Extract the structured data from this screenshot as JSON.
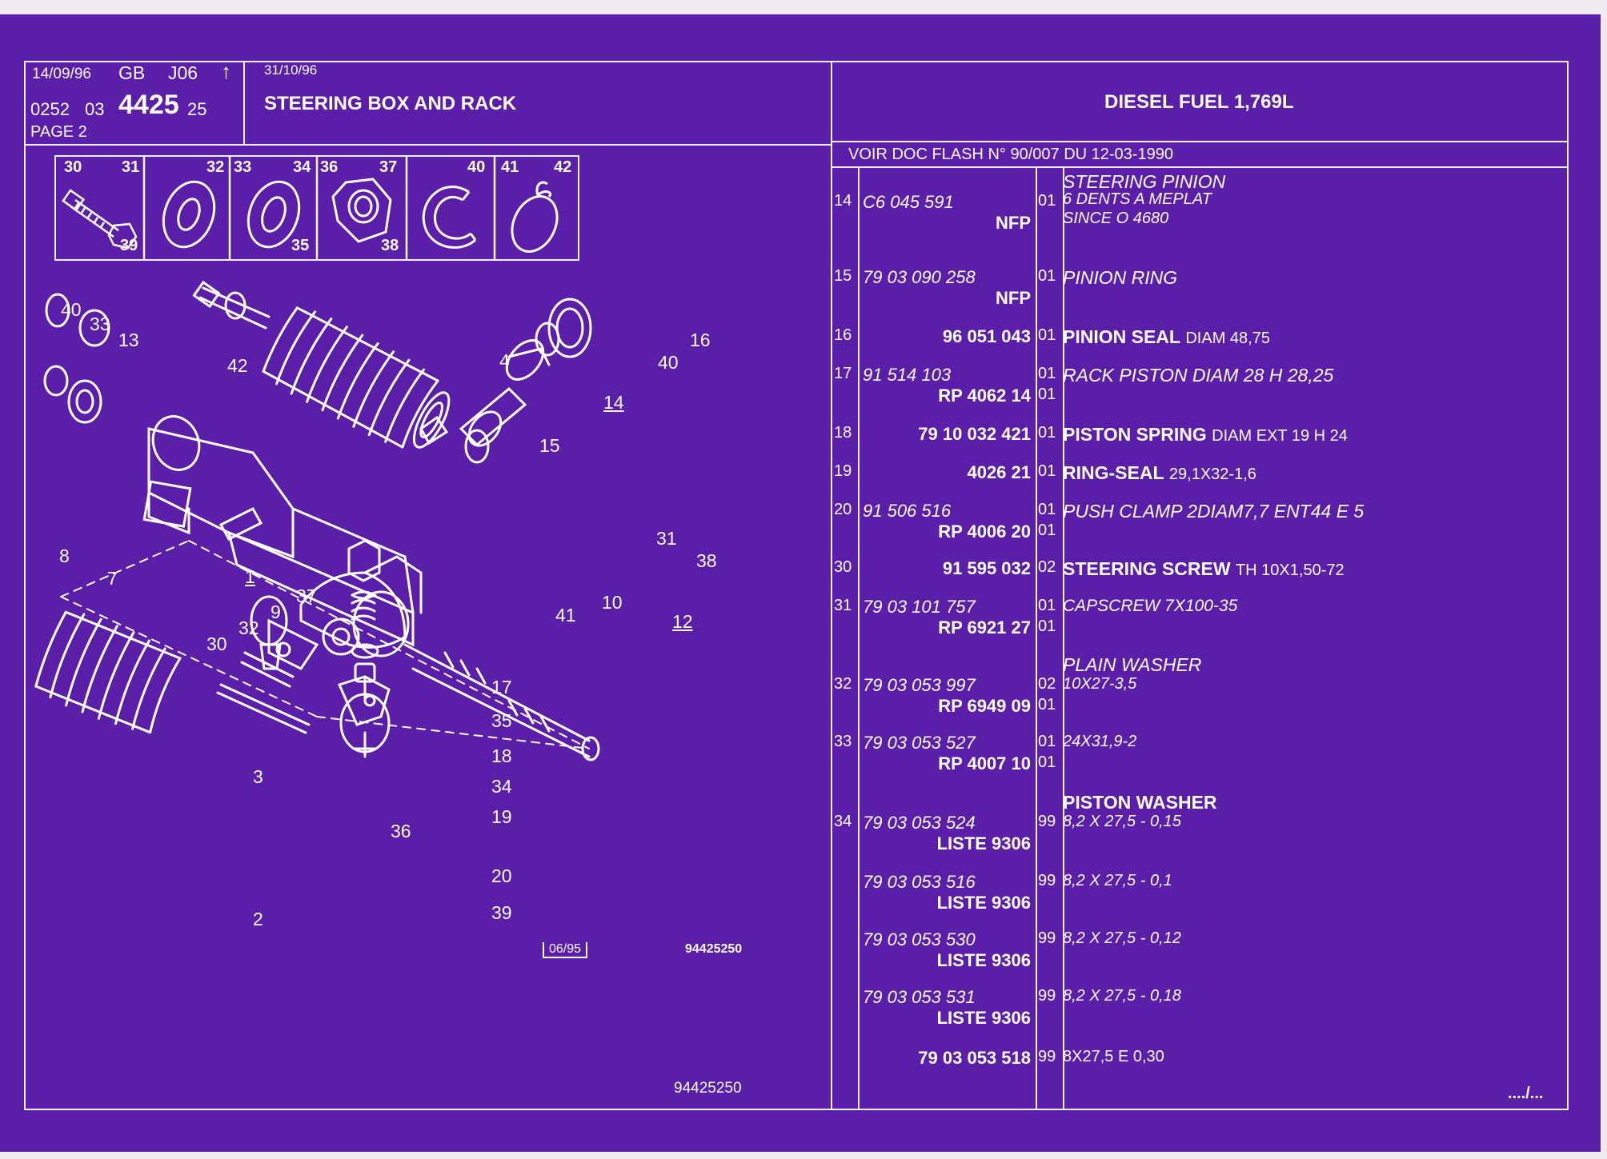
{
  "header": {
    "date": "14/09/96",
    "lang": "GB",
    "code": "J06",
    "ref_prefix": "0252",
    "ref_mid": "03",
    "ref_main": "4425",
    "ref_suffix": "25",
    "page": "PAGE 2",
    "rev_date": "31/10/96",
    "title": "STEERING BOX AND RACK",
    "engine": "DIESEL FUEL 1,769L",
    "note": "VOIR DOC FLASH N° 90/007 DU 12-03-1990"
  },
  "icon_strip": [
    {
      "a": "30",
      "b": "31",
      "c": "39",
      "icon": "bolt-icon"
    },
    {
      "a": "32",
      "b": "",
      "c": "",
      "icon": "washer-icon"
    },
    {
      "a": "33",
      "b": "34",
      "c": "35",
      "icon": "washer-icon"
    },
    {
      "a": "36",
      "b": "37",
      "c": "38",
      "icon": "nut-icon"
    },
    {
      "a": "40",
      "b": "",
      "c": "",
      "icon": "circlip-icon"
    },
    {
      "a": "41",
      "b": "42",
      "c": "",
      "icon": "ring-clip-icon"
    }
  ],
  "diagram": {
    "labels": [
      "40",
      "33",
      "13",
      "42",
      "4",
      "16",
      "40",
      "14",
      "15",
      "8",
      "7",
      "1",
      "31",
      "38",
      "10",
      "12",
      "37",
      "9",
      "32",
      "30",
      "41",
      "17",
      "35",
      "18",
      "34",
      "19",
      "3",
      "36",
      "20",
      "39",
      "2"
    ],
    "stamp": "06/95",
    "drawing_ref": "94425250",
    "footer_ref": "94425250"
  },
  "parts": [
    {
      "num": "14",
      "ref1": "C6 045 591",
      "ref2": "NFP",
      "qty1": "01",
      "qty2": "",
      "desc": [
        {
          "t": "STEERING PINION",
          "style": "i"
        },
        {
          "t": "6 DENTS A MEPLAT",
          "style": "i"
        },
        {
          "t": "SINCE O 4680",
          "style": "i"
        }
      ]
    },
    {
      "num": "15",
      "ref1": "79 03 090 258",
      "ref2": "NFP",
      "qty1": "01",
      "qty2": "",
      "desc": [
        {
          "t": "PINION RING",
          "style": "i"
        }
      ]
    },
    {
      "num": "16",
      "ref1": "",
      "ref2": "96 051 043",
      "qty1": "01",
      "qty2": "",
      "desc": [
        {
          "t": "PINION SEAL",
          "style": "b",
          "extra": "DIAM 48,75"
        }
      ]
    },
    {
      "num": "17",
      "ref1": "91 514 103",
      "ref2": "RP  4062 14",
      "qty1": "01",
      "qty2": "01",
      "desc": [
        {
          "t": "RACK PISTON DIAM 28 H 28,25",
          "style": "i"
        }
      ]
    },
    {
      "num": "18",
      "ref1": "",
      "ref2": "79 10 032 421",
      "qty1": "01",
      "qty2": "",
      "desc": [
        {
          "t": "PISTON SPRING",
          "style": "b",
          "extra": "DIAM EXT 19 H 24"
        }
      ]
    },
    {
      "num": "19",
      "ref1": "",
      "ref2": "4026 21",
      "qty1": "01",
      "qty2": "",
      "desc": [
        {
          "t": "RING-SEAL",
          "style": "b",
          "extra": "29,1X32-1,6"
        }
      ]
    },
    {
      "num": "20",
      "ref1": "91 506 516",
      "ref2": "RP  4006 20",
      "qty1": "01",
      "qty2": "01",
      "desc": [
        {
          "t": "PUSH CLAMP 2DIAM7,7 ENT44 E 5",
          "style": "i"
        }
      ]
    },
    {
      "num": "30",
      "ref1": "",
      "ref2": "91 595 032",
      "qty1": "02",
      "qty2": "",
      "desc": [
        {
          "t": "STEERING SCREW",
          "style": "b",
          "extra": "TH 10X1,50-72"
        }
      ]
    },
    {
      "num": "31",
      "ref1": "79 03 101 757",
      "ref2": "RP  6921 27",
      "qty1": "01",
      "qty2": "01",
      "desc": [
        {
          "t": "CAPSCREW 7X100-35",
          "style": "i"
        }
      ]
    },
    {
      "num": "32",
      "ref1": "79 03 053 997",
      "ref2": "RP  6949 09",
      "qty1": "02",
      "qty2": "01",
      "desc": [
        {
          "t": "PLAIN WASHER",
          "style": "i"
        },
        {
          "t": "10X27-3,5",
          "style": "i"
        }
      ]
    },
    {
      "num": "33",
      "ref1": "79 03 053 527",
      "ref2": "RP  4007 10",
      "qty1": "01",
      "qty2": "01",
      "desc": [
        {
          "t": "24X31,9-2",
          "style": "i"
        }
      ]
    },
    {
      "num": "34",
      "ref1": "79 03 053 524",
      "ref2": "LISTE 9306",
      "qty1": "99",
      "qty2": "",
      "desc": [
        {
          "t": "PISTON WASHER",
          "style": "b"
        },
        {
          "t": "8,2 X 27,5 - 0,15",
          "style": "i"
        }
      ]
    },
    {
      "num": "",
      "ref1": "79 03 053 516",
      "ref2": "LISTE 9306",
      "qty1": "99",
      "qty2": "",
      "desc": [
        {
          "t": "8,2 X 27,5 - 0,1",
          "style": "i"
        }
      ]
    },
    {
      "num": "",
      "ref1": "79 03 053 530",
      "ref2": "LISTE 9306",
      "qty1": "99",
      "qty2": "",
      "desc": [
        {
          "t": "8,2 X 27,5 - 0,12",
          "style": "i"
        }
      ]
    },
    {
      "num": "",
      "ref1": "79 03 053 531",
      "ref2": "LISTE 9306",
      "qty1": "99",
      "qty2": "",
      "desc": [
        {
          "t": "8,2 X 27,5 - 0,18",
          "style": "i"
        }
      ]
    },
    {
      "num": "",
      "ref1": "",
      "ref2": "79 03 053 518",
      "qty1": "99",
      "qty2": "",
      "desc": [
        {
          "t": "8X27,5 E 0,30",
          "style": "n"
        }
      ]
    }
  ],
  "continued": "..../..."
}
